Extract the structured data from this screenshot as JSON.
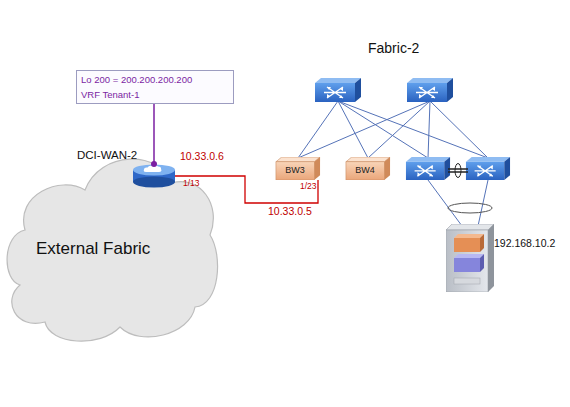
{
  "diagram": {
    "nodes": [
      {
        "text": [
          "Lo 200 = 200.200.200.200",
          "VRF Tenant-1"
        ]
      },
      {
        "text": [
          "External Fabric"
        ]
      },
      {
        "text": [
          "DCI-WAN-2"
        ],
        "in": 1
      },
      {
        "text": [
          "BW3"
        ]
      },
      {
        "text": [
          "BW4"
        ]
      },
      {
        "text": [
          "192.168.10.2"
        ]
      }
    ],
    "edges": [
      {
        "from": 0,
        "to": 2,
        "arrow": "none"
      },
      {
        "from": 2,
        "to": 3,
        "arrow": "none"
      }
    ],
    "labels": [
      "Fabric-2",
      "10.33.0.6",
      "1/13",
      "10.33.0.5",
      "1/23"
    ]
  }
}
